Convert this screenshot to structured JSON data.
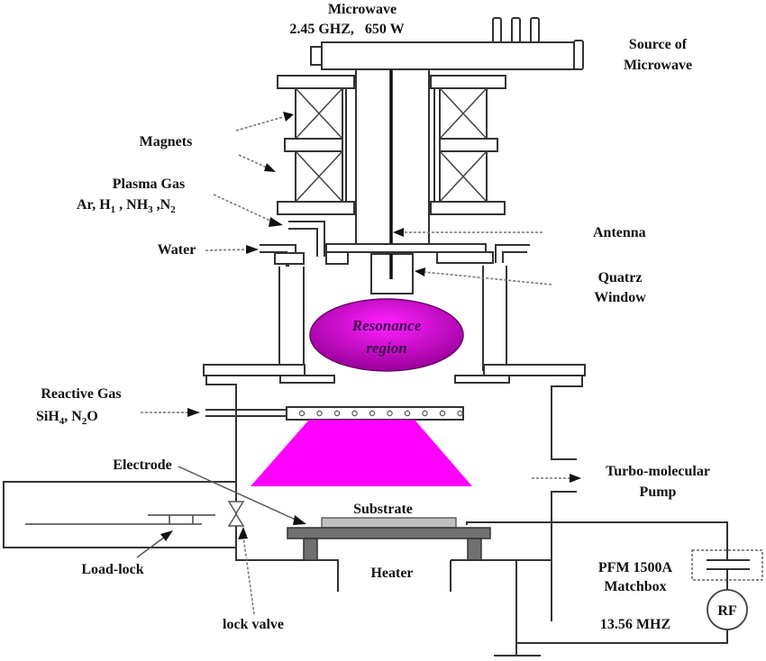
{
  "diagram": {
    "title": "ECR-PECVD reactor schematic",
    "labels": {
      "microwave_title": "Microwave",
      "microwave_spec": "2.45 GHZ,   650 W",
      "source_line1": "Source of",
      "source_line2": "Microwave",
      "magnets": "Magnets",
      "plasma_gas": "Plasma Gas",
      "plasma_gas_species": [
        "Ar, H",
        "1",
        " , NH",
        "3",
        " ,N",
        "2"
      ],
      "water": "Water",
      "antenna": "Antenna",
      "quartz_line1": "Quatrz",
      "quartz_line2": "Window",
      "resonance_line1": "Resonance",
      "resonance_line2": "region",
      "reactive_gas": "Reactive Gas",
      "reactive_gas_species": [
        "SiH",
        "4",
        ", N",
        "2",
        "O"
      ],
      "electrode": "Electrode",
      "turbo_line1": "Turbo-molecular",
      "turbo_line2": "Pump",
      "substrate": "Substrate",
      "load_lock": "Load-lock",
      "heater": "Heater",
      "lock_valve": "lock valve",
      "matchbox_line1": "PFM 1500A",
      "matchbox_line2": "Matchbox",
      "rf_frequency": "13.56 MHZ",
      "rf_source": "RF"
    },
    "colors": {
      "plasma": "#ff00ff",
      "resonance_fill": "#d400d4",
      "electrode": "#707070",
      "substrate": "#c0c0c0",
      "line": "#333333"
    },
    "gas_ring_holes": 10
  }
}
